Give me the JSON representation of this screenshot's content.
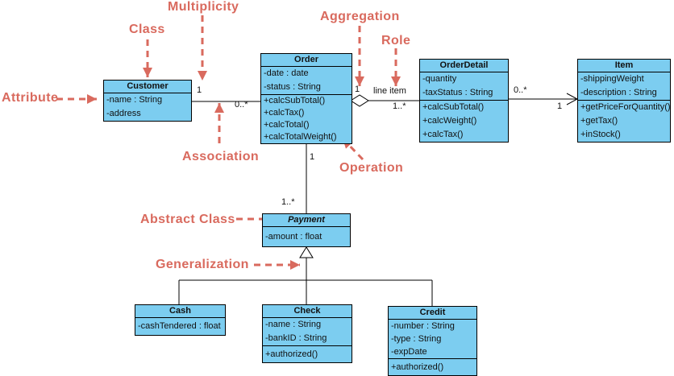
{
  "colors": {
    "class_fill": "#7CCDF0",
    "annotation_red": "#D96A5E",
    "line_black": "#000000"
  },
  "annotations": {
    "multiplicity": "Multiplicity",
    "class_label": "Class",
    "aggregation": "Aggregation",
    "role": "Role",
    "attribute": "Attribute",
    "association": "Association",
    "operation": "Operation",
    "abstract_class": "Abstract Class",
    "generalization": "Generalization"
  },
  "classes": {
    "customer": {
      "title": "Customer",
      "attrs": [
        "-name : String",
        "-address"
      ]
    },
    "order": {
      "title": "Order",
      "attrs": [
        "-date : date",
        "-status : String"
      ],
      "ops": [
        "+calcSubTotal()",
        "+calcTax()",
        "+calcTotal()",
        "+calcTotalWeight()"
      ]
    },
    "order_detail": {
      "title": "OrderDetail",
      "attrs": [
        "-quantity",
        "-taxStatus : String"
      ],
      "ops": [
        "+calcSubTotal()",
        "+calcWeight()",
        "+calcTax()"
      ]
    },
    "item": {
      "title": "Item",
      "attrs": [
        "-shippingWeight",
        "-description : String"
      ],
      "ops": [
        "+getPriceForQuantity()",
        "+getTax()",
        "+inStock()"
      ]
    },
    "payment": {
      "title": "Payment",
      "attrs": [
        "-amount : float"
      ]
    },
    "cash": {
      "title": "Cash",
      "attrs": [
        "-cashTendered : float"
      ]
    },
    "check": {
      "title": "Check",
      "attrs": [
        "-name : String",
        "-bankID : String"
      ],
      "ops": [
        "+authorized()"
      ]
    },
    "credit": {
      "title": "Credit",
      "attrs": [
        "-number : String",
        "-type : String",
        "-expDate"
      ],
      "ops": [
        "+authorized()"
      ]
    }
  },
  "labels": {
    "customer_mult": "1",
    "order_mult": "0..*",
    "aggregation_mult": "1",
    "role_name": "line item",
    "detail_mult": "1..*",
    "detail_item_mult": "0..*",
    "item_mult": "1",
    "order_payment_mult": "1",
    "payment_mult": "1..*"
  }
}
